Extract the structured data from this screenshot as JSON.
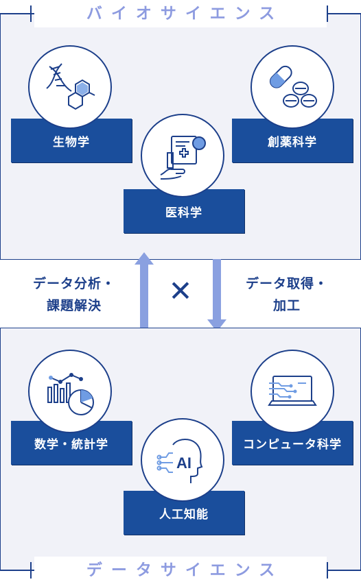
{
  "sections": {
    "bio": {
      "title": "バイオサイエンス",
      "fields": [
        "生物学",
        "医科学",
        "創薬科学"
      ]
    },
    "data": {
      "title": "データサイエンス",
      "fields": [
        "数学・統計学",
        "人工知能",
        "コンピュータ科学"
      ]
    }
  },
  "connectors": {
    "left_line1": "データ分析・",
    "left_line2": "課題解決",
    "right_line1": "データ取得・",
    "right_line2": "加工",
    "cross": "✕"
  },
  "icons": {
    "biology": "dna-molecule-icon",
    "medical": "hand-vial-clipboard-icon",
    "drug": "pills-capsule-icon",
    "stats": "chart-pie-icon",
    "ai": "ai-head-icon",
    "cs": "circuit-monitor-icon",
    "ai_text": "AI"
  },
  "colors": {
    "navy": "#1a4e9c",
    "frame": "#1c3f8a",
    "title_lavender": "#8d9be0",
    "arrow": "#8aa0e0",
    "panel_bg": "#f1f2f8",
    "icon_light": "#6f9ce3"
  }
}
